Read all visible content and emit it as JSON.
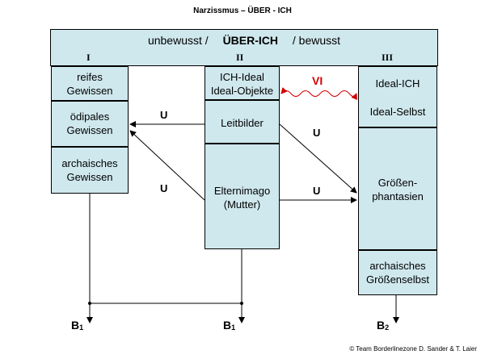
{
  "title": "Narzissmus – ÜBER - ICH",
  "header": {
    "left": "unbewusst /",
    "center": "ÜBER-ICH",
    "right": "/ bewusst"
  },
  "columns": {
    "I": "I",
    "II": "II",
    "III": "III"
  },
  "col1": {
    "reifes_line1": "reifes",
    "reifes_line2": "Gewissen",
    "oedipales_line1": "ödipales",
    "oedipales_line2": "Gewissen",
    "archaisches_line1": "archaisches",
    "archaisches_line2": "Gewissen"
  },
  "col2": {
    "ichideal_line1": "ICH-Ideal",
    "ichideal_line2": "Ideal-Objekte",
    "leitbilder": "Leitbilder",
    "elternimago_line1": "Elternimago",
    "elternimago_line2": "(Mutter)"
  },
  "col3": {
    "idealich": "Ideal-ICH",
    "idealselbst": "Ideal-Selbst",
    "groessen_line1": "Größen-",
    "groessen_line2": "phantasien",
    "archaisches_line1": "archaisches",
    "archaisches_line2": "Größenselbst"
  },
  "connectors": {
    "u1": "U",
    "u2": "U",
    "u3": "U",
    "u4": "U",
    "vi": "VI"
  },
  "outputs": {
    "b1_left_main": "B",
    "b1_left_sub": "1",
    "b1_mid_main": "B",
    "b1_mid_sub": "1",
    "b2_main": "B",
    "b2_sub": "2"
  },
  "copyright": "© Team Borderlinezone D. Sander & T. Laier",
  "colors": {
    "box_fill": "#cfe8ee",
    "vi_red": "#d40000"
  }
}
